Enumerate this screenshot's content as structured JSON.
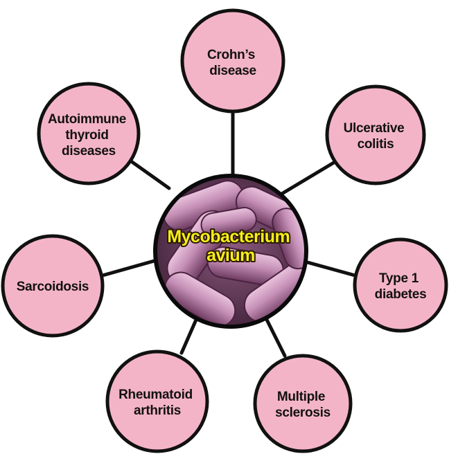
{
  "colors": {
    "node_fill": "#f4b4c8",
    "outline": "#111111",
    "center_text": "#f7ee1a",
    "bacteria_light": "#d8a6c8",
    "bacteria_dark": "#5a2e4e"
  },
  "center": {
    "lines": [
      "Mycobacterium",
      "avium"
    ],
    "image": "bacteria-micrograph"
  },
  "nodes": [
    {
      "id": "crohns",
      "lines": [
        "Crohn’s",
        "disease"
      ]
    },
    {
      "id": "ulcerative-colitis",
      "lines": [
        "Ulcerative",
        "colitis"
      ]
    },
    {
      "id": "type1-diabetes",
      "lines": [
        "Type 1",
        "diabetes"
      ]
    },
    {
      "id": "multiple-sclerosis",
      "lines": [
        "Multiple",
        "sclerosis"
      ]
    },
    {
      "id": "rheumatoid-arthritis",
      "lines": [
        "Rheumatoid",
        "arthritis"
      ]
    },
    {
      "id": "sarcoidosis",
      "lines": [
        "Sarcoidosis"
      ]
    },
    {
      "id": "autoimmune-thyroid",
      "lines": [
        "Autoimmune",
        "thyroid",
        "diseases"
      ]
    }
  ]
}
